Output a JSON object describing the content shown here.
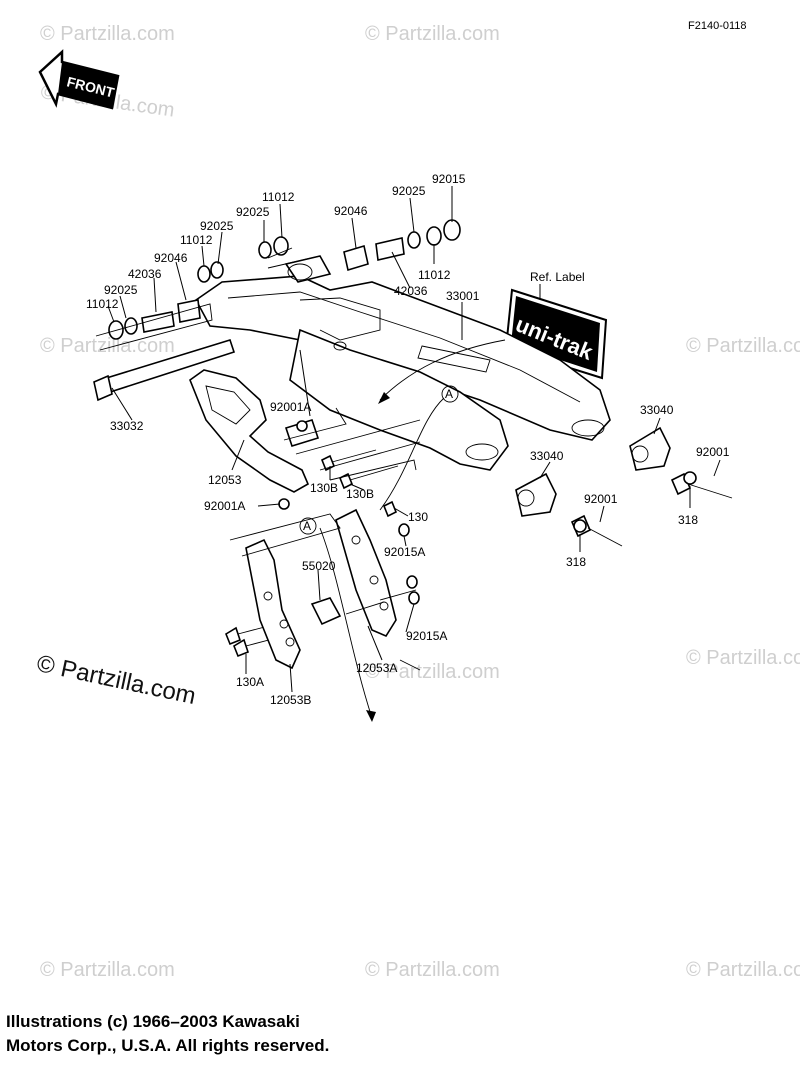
{
  "figure_code": "F2140-0118",
  "front_label": "FRONT",
  "ref_label": "Ref.  Label",
  "brand_label": "uni-trak",
  "watermark_text": "© Partzilla.com",
  "corner_mark": "© Partzilla.com",
  "copyright": {
    "line1": "Illustrations (c) 1966–2003 Kawasaki",
    "line2": "Motors Corp., U.S.A.  All rights reserved."
  },
  "view_marker": "A",
  "parts": {
    "p92015_top": "92015",
    "p92025_right": "92025",
    "p92046_right": "92046",
    "p11012_top": "11012",
    "p92025_mid": "92025",
    "p92025_left2": "92025",
    "p11012_mid": "11012",
    "p92046_left": "92046",
    "p42036_left": "42036",
    "p92025_left": "92025",
    "p11012_left": "11012",
    "p11012_right": "11012",
    "p42036_right": "42036",
    "p33001": "33001",
    "p33032": "33032",
    "p92001A_top": "92001A",
    "p12053": "12053",
    "p130B_1": "130B",
    "p130B_2": "130B",
    "p92001A_bot": "92001A",
    "p130": "130",
    "p92015A_1": "92015A",
    "p55020": "55020",
    "p92015A_2": "92015A",
    "p12053A": "12053A",
    "p130A": "130A",
    "p12053B": "12053B",
    "p33040_right": "33040",
    "p92001_right": "92001",
    "p318_right": "318",
    "p33040_mid": "33040",
    "p92001_mid": "92001",
    "p318_mid": "318"
  }
}
